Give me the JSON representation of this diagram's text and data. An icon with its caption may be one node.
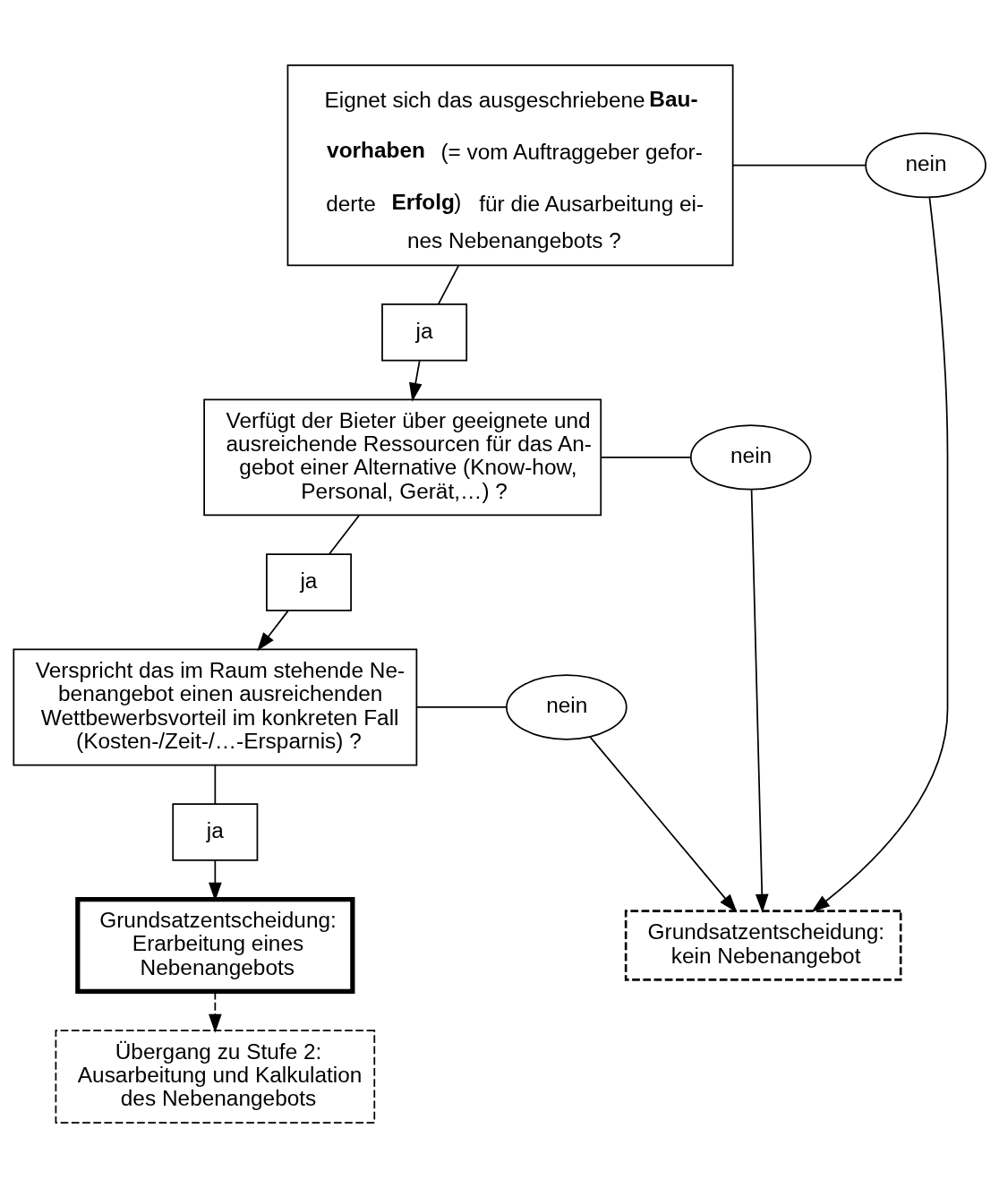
{
  "diagram": {
    "nodes": [
      {
        "text": [
          "Eignet sich das ausgeschriebene **Bau- vorhaben** (= vom Auftraggeber gefor- derte **Erfolg**) für die Ausarbeitung ei- nes Nebenangebots ?"
        ]
      },
      {
        "text": [
          "nein"
        ]
      },
      {
        "text": [
          "ja"
        ]
      },
      {
        "text": [
          "Verfügt der Bieter über geeignete und ausreichende Ressourcen für das An- gebot einer Alternative (Know-how, Personal, Gerät,…) ?"
        ]
      },
      {
        "text": [
          "nein"
        ]
      },
      {
        "text": [
          "ja"
        ]
      },
      {
        "text": [
          "Verspricht das im Raum stehende Ne- benangebot einen ausreichenden Wettbewerbsvorteil im konkreten Fall (Kosten-/Zeit-/…-Ersparnis) ?"
        ]
      },
      {
        "text": [
          "nein"
        ]
      },
      {
        "text": [
          "ja"
        ]
      },
      {
        "text": [
          "Grundsatzentscheidung: Erarbeitung eines Nebenangebots"
        ]
      },
      {
        "text": [
          "Grundsatzentscheidung: kein Nebenangebot"
        ]
      },
      {
        "text": [
          "Übergang zu Stufe 2: Ausarbeitung und Kalkulation des Nebenangebots"
        ]
      }
    ],
    "edges": [
      {
        "from": 0,
        "to": 1,
        "arrow": "none"
      },
      {
        "from": 1,
        "to": 10,
        "arrow": "to"
      },
      {
        "from": 0,
        "to": 2,
        "arrow": "none"
      },
      {
        "from": 2,
        "to": 3,
        "arrow": "to"
      },
      {
        "from": 3,
        "to": 4,
        "arrow": "none"
      },
      {
        "from": 4,
        "to": 10,
        "arrow": "to"
      },
      {
        "from": 3,
        "to": 5,
        "arrow": "none"
      },
      {
        "from": 5,
        "to": 6,
        "arrow": "to"
      },
      {
        "from": 6,
        "to": 7,
        "arrow": "none"
      },
      {
        "from": 7,
        "to": 10,
        "arrow": "to"
      },
      {
        "from": 6,
        "to": 8,
        "arrow": "none"
      },
      {
        "from": 8,
        "to": 9,
        "arrow": "to"
      },
      {
        "from": 9,
        "to": 11,
        "arrow": "to",
        "style": "dashed"
      }
    ]
  }
}
